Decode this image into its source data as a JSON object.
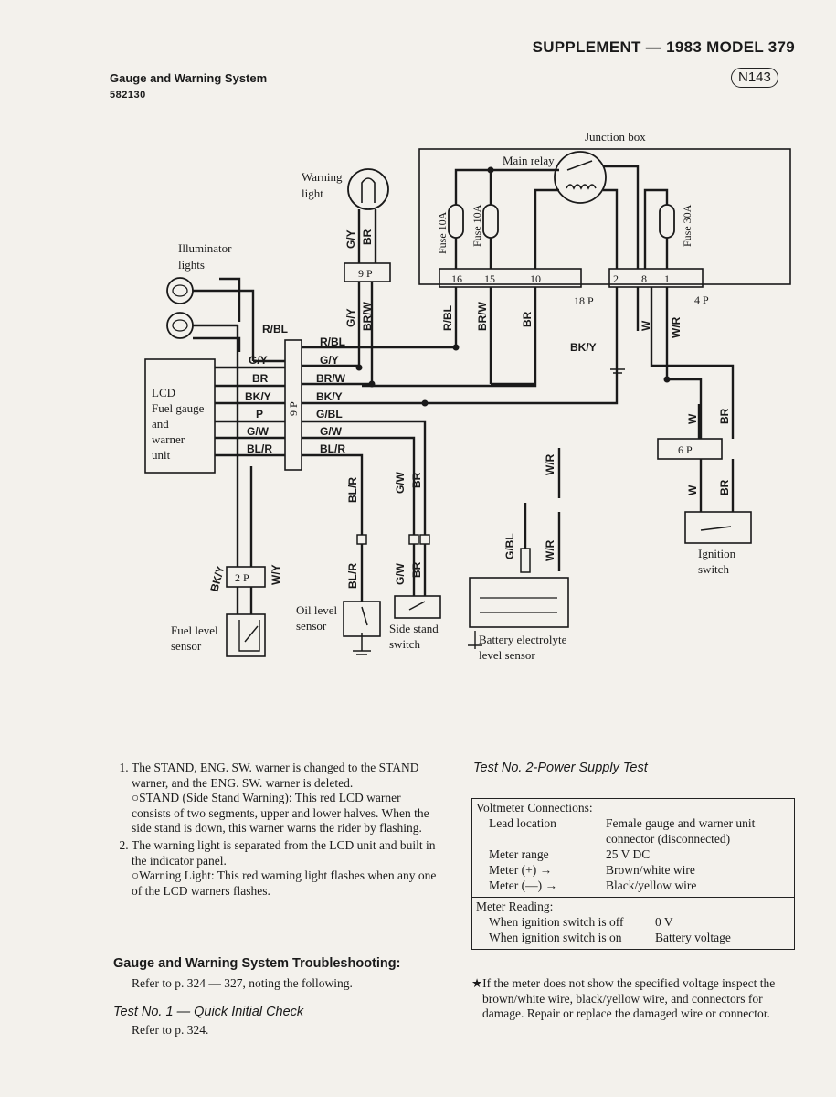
{
  "header": {
    "page_title": "SUPPLEMENT — 1983 MODEL 379",
    "section_title": "Gauge and Warning System",
    "code": "582130",
    "badge": "N143"
  },
  "diagram": {
    "components": {
      "junction_box": "Junction box",
      "main_relay": "Main relay",
      "fuse_a": "Fuse 10A",
      "fuse_b": "Fuse 10A",
      "fuse_c": "Fuse 30A",
      "warning_light": [
        "Warning",
        "light"
      ],
      "illuminator": [
        "Illuminator",
        "lights"
      ],
      "lcd_unit": [
        "LCD",
        "Fuel gauge",
        "and",
        "warner",
        "unit"
      ],
      "fuel_sensor": [
        "Fuel level",
        "sensor"
      ],
      "oil_sensor": [
        "Oil level",
        "sensor"
      ],
      "side_stand": [
        "Side stand",
        "switch"
      ],
      "battery_sensor": [
        "Battery electrolyte",
        "level sensor"
      ],
      "ignition": [
        "Ignition",
        "switch"
      ]
    },
    "connectors": {
      "c9p_top": "9 P",
      "c9p_mid": "9 P",
      "c18p": "18 P",
      "c4p": "4 P",
      "c6p": "6 P",
      "c2p": "2 P",
      "pins_18p": [
        "16",
        "15",
        "10"
      ],
      "pins_4p": [
        "2",
        "8",
        "1"
      ]
    },
    "wire_labels_left": [
      "G/Y",
      "BR",
      "BK/Y",
      "P",
      "G/W",
      "BL/R"
    ],
    "wire_labels_right": [
      "R/BL",
      "G/Y",
      "BR/W",
      "BK/Y",
      "G/BL",
      "G/W",
      "BL/R"
    ],
    "wire_labels_misc": {
      "rbl_top": "R/BL",
      "gy_wl": "G/Y",
      "br_wl": "BR",
      "gy_9p": "G/Y",
      "brw_9p": "BR/W",
      "rbl_jb": "R/BL",
      "brw_jb": "BR/W",
      "br_jb": "BR",
      "bky_jb": "BK/Y",
      "w_jb": "W",
      "wr_jb": "W/R",
      "w_ign": "W",
      "br_ign": "BR",
      "w_ign2": "W",
      "br_ign2": "BR",
      "wr_mid": "W/R",
      "gbl_bat": "G/BL",
      "wr_bat": "W/R",
      "blr_oil": "BL/R",
      "blr_oil2": "BL/R",
      "gw_ss": "G/W",
      "br_ss": "BR",
      "gw_ss2": "G/W",
      "br_ss2": "BR",
      "bky_fuel": "BK/Y",
      "wy_fuel": "W/Y"
    }
  },
  "notes": {
    "items": [
      {
        "text": "The STAND, ENG. SW. warner is changed to the STAND warner, and the ENG. SW. warner is deleted.",
        "sub": "○STAND (Side Stand Warning): This red LCD warner consists of two segments, upper and lower halves. When the side stand is down, this warner warns the rider by flashing."
      },
      {
        "text": "The warning light is separated from the LCD unit and built in the indicator panel.",
        "sub": "○Warning Light: This red warning light flashes when any one of the LCD warners flashes."
      }
    ]
  },
  "troubleshooting": {
    "heading": "Gauge and Warning System Troubleshooting:",
    "text": "Refer to p. 324 — 327, noting the following.",
    "test1_heading": "Test No. 1 — Quick Initial Check",
    "test1_text": "Refer to p. 324."
  },
  "test2": {
    "heading": "Test No. 2-Power Supply Test",
    "voltmeter_title": "Voltmeter Connections:",
    "rows": [
      {
        "k": "Lead location",
        "v": "Female gauge and warner unit connector (disconnected)"
      },
      {
        "k": "Meter range",
        "v": "25 V DC"
      },
      {
        "k": "Meter (+) →",
        "v": "Brown/white wire"
      },
      {
        "k": "Meter (—) →",
        "v": "Black/yellow wire"
      }
    ],
    "reading_title": "Meter Reading:",
    "reading_rows": [
      {
        "k": "When ignition switch is off",
        "v": "0 V"
      },
      {
        "k": "When ignition switch is on",
        "v": "Battery voltage"
      }
    ],
    "note": "★If the meter does not show the specified voltage inspect the brown/white wire, black/yellow wire, and connectors for damage. Repair or replace the damaged wire or connector."
  }
}
